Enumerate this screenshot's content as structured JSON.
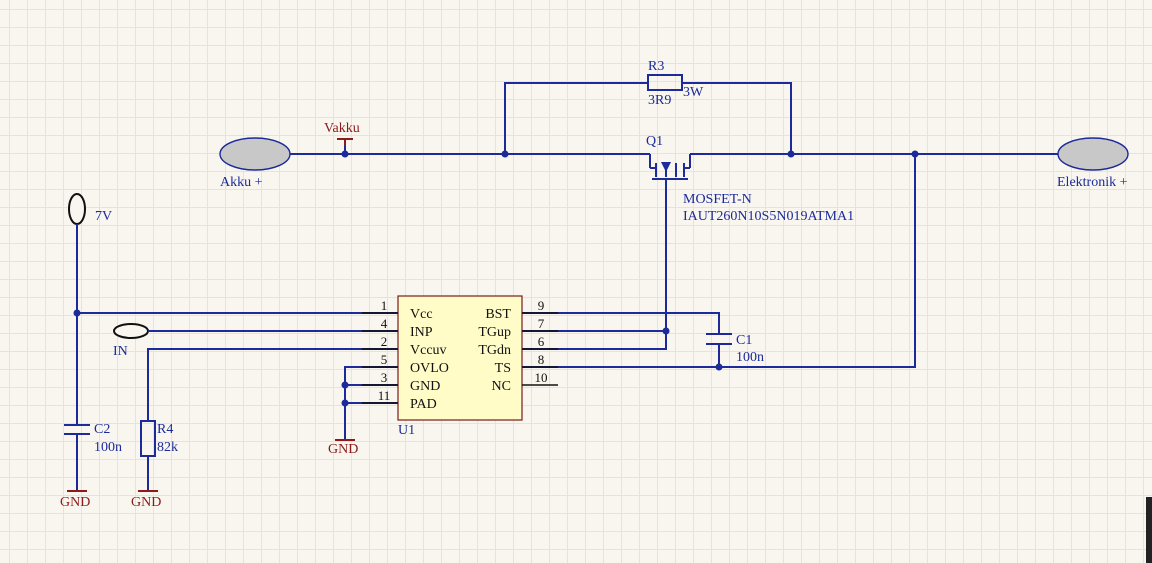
{
  "ports": {
    "akku": "Akku +",
    "elektronik": "Elektronik +",
    "v7": "7V",
    "in": "IN"
  },
  "nets": {
    "vakku": "Vakku",
    "gnd": "GND"
  },
  "r3": {
    "ref": "R3",
    "value": "3R9",
    "power": "3W"
  },
  "q1": {
    "ref": "Q1",
    "type": "MOSFET-N",
    "part": "IAUT260N10S5N019ATMA1"
  },
  "c1": {
    "ref": "C1",
    "value": "100n"
  },
  "c2": {
    "ref": "C2",
    "value": "100n"
  },
  "r4": {
    "ref": "R4",
    "value": "82k"
  },
  "u1": {
    "ref": "U1",
    "left_pins": [
      {
        "num": "1",
        "name": "Vcc"
      },
      {
        "num": "4",
        "name": "INP"
      },
      {
        "num": "2",
        "name": "Vccuv"
      },
      {
        "num": "5",
        "name": "OVLO"
      },
      {
        "num": "3",
        "name": "GND"
      },
      {
        "num": "11",
        "name": "PAD"
      }
    ],
    "right_pins": [
      {
        "num": "9",
        "name": "BST"
      },
      {
        "num": "7",
        "name": "TGup"
      },
      {
        "num": "6",
        "name": "TGdn"
      },
      {
        "num": "8",
        "name": "TS"
      },
      {
        "num": "10",
        "name": "NC"
      }
    ]
  }
}
